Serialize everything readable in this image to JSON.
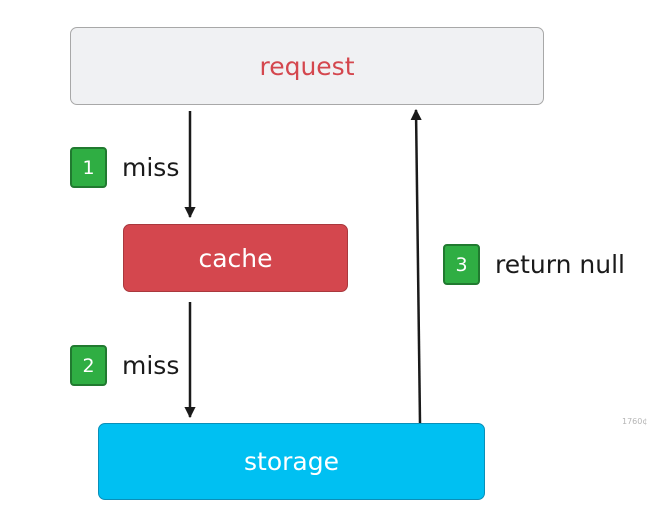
{
  "nodes": {
    "request": "request",
    "cache": "cache",
    "storage": "storage"
  },
  "steps": [
    {
      "number": "1",
      "label": "miss"
    },
    {
      "number": "2",
      "label": "miss"
    },
    {
      "number": "3",
      "label": "return null"
    }
  ],
  "watermark": "1760¢",
  "colors": {
    "request_text": "#d4474e",
    "cache_fill": "#d4474e",
    "storage_fill": "#00c0f2",
    "badge_fill": "#2fae43"
  }
}
